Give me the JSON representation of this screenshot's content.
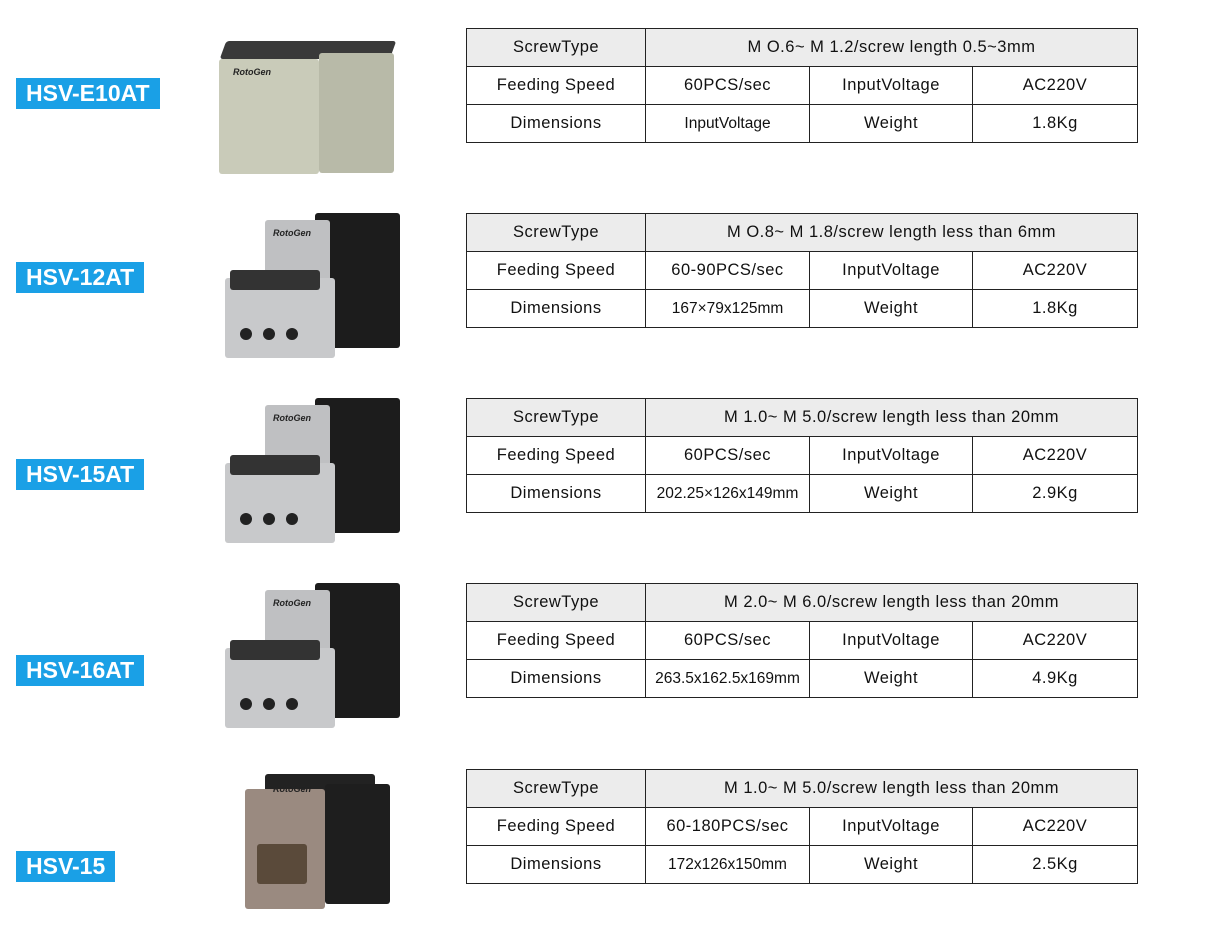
{
  "products": [
    {
      "model": "HSV-E10AT",
      "style": "beige",
      "logo": "RotoGen",
      "specs": {
        "screw_type_label": "ScrewType",
        "screw_type": "M O.6~ M 1.2/screw length 0.5~3mm",
        "feeding_speed_label": "Feeding Speed",
        "feeding_speed": "60PCS/sec",
        "input_voltage_label": "InputVoltage",
        "input_voltage": "AC220V",
        "dimensions_label": "Dimensions",
        "dimensions": "InputVoltage",
        "weight_label": "Weight",
        "weight": "1.8Kg"
      }
    },
    {
      "model": "HSV-12AT",
      "style": "dark",
      "logo": "RotoGen",
      "specs": {
        "screw_type_label": "ScrewType",
        "screw_type": "M O.8~ M 1.8/screw length less than 6mm",
        "feeding_speed_label": "Feeding Speed",
        "feeding_speed": "60-90PCS/sec",
        "input_voltage_label": "InputVoltage",
        "input_voltage": "AC220V",
        "dimensions_label": "Dimensions",
        "dimensions": "167×79x125mm",
        "weight_label": "Weight",
        "weight": "1.8Kg"
      }
    },
    {
      "model": "HSV-15AT",
      "style": "dark",
      "logo": "RotoGen",
      "specs": {
        "screw_type_label": "ScrewType",
        "screw_type": "M 1.0~ M 5.0/screw length less than 20mm",
        "feeding_speed_label": "Feeding Speed",
        "feeding_speed": "60PCS/sec",
        "input_voltage_label": "InputVoltage",
        "input_voltage": "AC220V",
        "dimensions_label": "Dimensions",
        "dimensions": "202.25×126x149mm",
        "weight_label": "Weight",
        "weight": "2.9Kg"
      }
    },
    {
      "model": "HSV-16AT",
      "style": "dark",
      "logo": "RotoGen",
      "specs": {
        "screw_type_label": "ScrewType",
        "screw_type": "M 2.0~ M 6.0/screw length less than 20mm",
        "feeding_speed_label": "Feeding Speed",
        "feeding_speed": "60PCS/sec",
        "input_voltage_label": "InputVoltage",
        "input_voltage": "AC220V",
        "dimensions_label": "Dimensions",
        "dimensions": "263.5x162.5x169mm",
        "weight_label": "Weight",
        "weight": "4.9Kg"
      }
    },
    {
      "model": "HSV-15",
      "style": "bronze",
      "logo": "RotoGen",
      "specs": {
        "screw_type_label": "ScrewType",
        "screw_type": "M 1.0~ M 5.0/screw length less than 20mm",
        "feeding_speed_label": "Feeding Speed",
        "feeding_speed": "60-180PCS/sec",
        "input_voltage_label": "InputVoltage",
        "input_voltage": "AC220V",
        "dimensions_label": "Dimensions",
        "dimensions": "172x126x150mm",
        "weight_label": "Weight",
        "weight": "2.5Kg"
      }
    }
  ],
  "colors": {
    "label_bg": "#1aa0e6",
    "header_row_bg": "#ececec"
  }
}
